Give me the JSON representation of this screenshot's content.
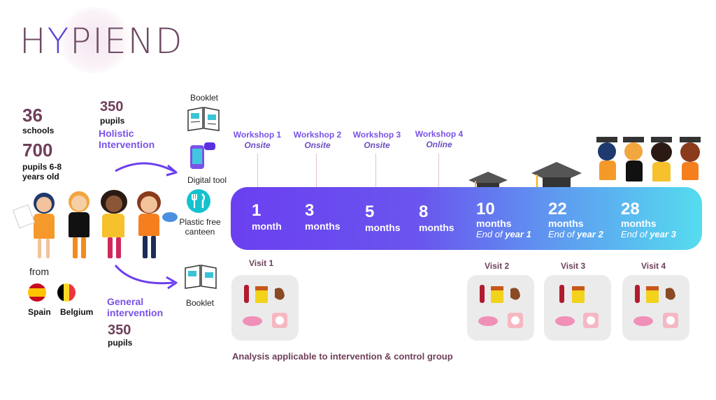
{
  "logo": {
    "text_pre": "H",
    "text_y": "Y",
    "text_post": "PIEND"
  },
  "stats": {
    "schools_num": "36",
    "schools_label": "schools",
    "pupils_num": "700",
    "pupils_label": "pupils 6-8 years old",
    "from_label": "from",
    "countries": [
      "Spain",
      "Belgium"
    ]
  },
  "holistic": {
    "num": "350",
    "unit": "pupils",
    "label": "Holistic Intervention"
  },
  "general": {
    "label": "General intervention",
    "num": "350",
    "unit": "pupils"
  },
  "tools_holistic": [
    "Booklet",
    "Digital tool",
    "Plastic free canteen"
  ],
  "tools_general": [
    "Booklet"
  ],
  "workshops": [
    {
      "title": "Workshop 1",
      "mode": "Onsite"
    },
    {
      "title": "Workshop 2",
      "mode": "Onsite"
    },
    {
      "title": "Workshop 3",
      "mode": "Onsite"
    },
    {
      "title": "Workshop 4",
      "mode": "Online"
    }
  ],
  "timeline": [
    {
      "num": "1",
      "unit": "month",
      "sub_pre": "",
      "sub_b": ""
    },
    {
      "num": "3",
      "unit": "months",
      "sub_pre": "",
      "sub_b": ""
    },
    {
      "num": "5",
      "unit": "months",
      "sub_pre": "",
      "sub_b": ""
    },
    {
      "num": "8",
      "unit": "months",
      "sub_pre": "",
      "sub_b": ""
    },
    {
      "num": "10",
      "unit": "months",
      "sub_pre": "End of ",
      "sub_b": "year 1"
    },
    {
      "num": "22",
      "unit": "months",
      "sub_pre": "End of ",
      "sub_b": "year 2"
    },
    {
      "num": "28",
      "unit": "months",
      "sub_pre": "End of ",
      "sub_b": "year 3"
    }
  ],
  "visits": [
    "Visit 1",
    "Visit 2",
    "Visit 3",
    "Visit 4"
  ],
  "footer": "Analysis applicable to intervention & control group",
  "colors": {
    "accent": "#7a52e8",
    "brand": "#6e3f5a",
    "bar_start": "#6b3ff0",
    "bar_end": "#55dcef"
  }
}
